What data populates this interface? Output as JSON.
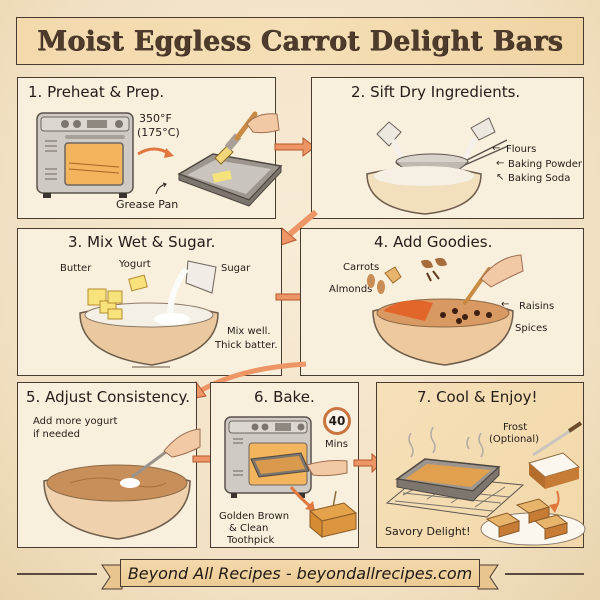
{
  "title": "Moist Eggless Carrot Delight Bars",
  "steps": [
    {
      "number": 1,
      "title": "1. Preheat & Prep.",
      "notes": {
        "temp_f": "350°F",
        "temp_c": "(175°C)",
        "grease": "Grease Pan"
      },
      "illustration": [
        "oven-icon",
        "baking-pan-icon",
        "pastry-brush-icon",
        "butter-icon"
      ]
    },
    {
      "number": 2,
      "title": "2. Sift Dry Ingredients.",
      "labels": [
        "Flours",
        "Baking Powder",
        "Baking Soda"
      ],
      "illustration": [
        "measuring-cup-icon",
        "sieve-icon",
        "mixing-bowl-icon"
      ]
    },
    {
      "number": 3,
      "title": "3. Mix Wet & Sugar.",
      "labels": [
        "Butter",
        "Yogurt",
        "Sugar"
      ],
      "notes": {
        "line1": "Mix well.",
        "line2": "Thick batter."
      },
      "illustration": [
        "butter-cubes-icon",
        "pouring-cup-icon",
        "mixing-bowl-icon"
      ]
    },
    {
      "number": 4,
      "title": "4. Add Goodies.",
      "labels": [
        "Carrots",
        "Almonds",
        "Raisins",
        "Spices"
      ],
      "illustration": [
        "ginger-icon",
        "almond-icon",
        "clove-icon",
        "wooden-spoon-icon",
        "mixing-bowl-icon"
      ]
    },
    {
      "number": 5,
      "title": "5. Adjust Consistency.",
      "notes": {
        "line1": "Add more yogurt",
        "line2": "if needed"
      },
      "illustration": [
        "spoon-icon",
        "batter-bowl-icon"
      ]
    },
    {
      "number": 6,
      "title": "6. Bake.",
      "timer": {
        "value": "40",
        "unit": "Mins"
      },
      "notes": {
        "line1": "Golden Brown",
        "line2": "& Clean",
        "line3": "Toothpick"
      },
      "illustration": [
        "oven-icon",
        "timer-icon",
        "cake-slice-icon",
        "toothpick-icon"
      ]
    },
    {
      "number": 7,
      "title": "7. Cool & Enjoy!",
      "notes": {
        "frost1": "Frost",
        "frost2": "(Optional)",
        "finish": "Savory Delight!"
      },
      "illustration": [
        "cooling-rack-icon",
        "baking-pan-icon",
        "knife-icon",
        "plate-bars-icon"
      ]
    }
  ],
  "colors": {
    "background": "#f4e6cc",
    "panel": "#f9efdd",
    "border": "#4a3b30",
    "arrow": "#e8895a",
    "title_band": "#f3d9ac"
  },
  "footer": {
    "text": "Beyond All Recipes - beyondallrecipes.com"
  }
}
